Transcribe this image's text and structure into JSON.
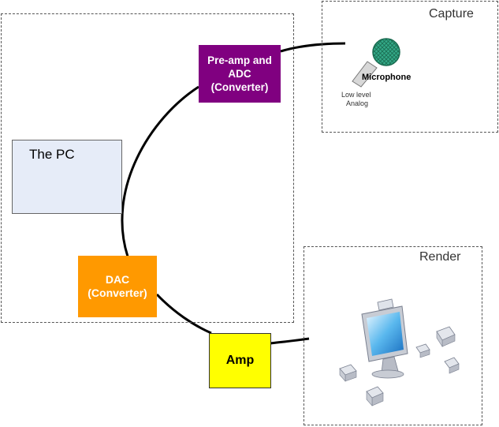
{
  "regions": {
    "pc_label": "The PC",
    "capture_label": "Capture",
    "render_label": "Render"
  },
  "nodes": {
    "preamp_adc": "Pre-amp and\nADC\n(Converter)",
    "dac": "DAC\n(Converter)",
    "amp": "Amp"
  },
  "microphone": {
    "label": "Microphone",
    "signal_note_line1": "Low level",
    "signal_note_line2": "Analog"
  },
  "colors": {
    "preamp_adc": "#800080",
    "dac": "#ff9900",
    "amp": "#ffff00",
    "pc_box": "#e6ecf8",
    "mic_head": "#33aa88"
  },
  "icons": {
    "microphone": "microphone-icon",
    "render_devices": "computer-network-icon"
  }
}
